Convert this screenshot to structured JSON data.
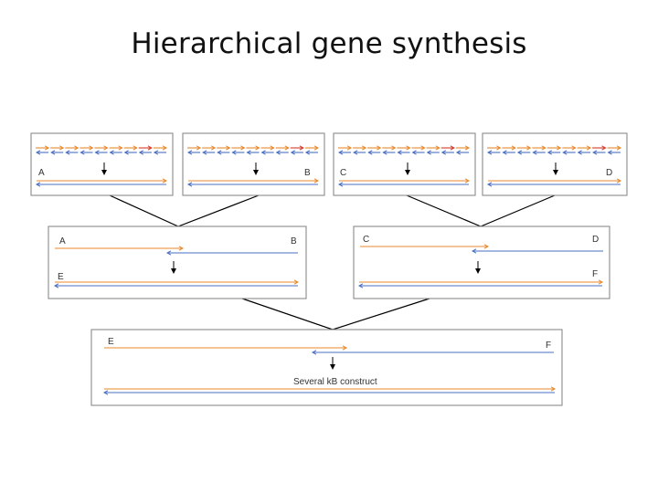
{
  "title": "Hierarchical gene synthesis",
  "colors": {
    "orange": "#e8892f",
    "blue": "#4a6fc1",
    "red": "#d43a2a",
    "border": "#8a8a8a",
    "connector": "#000000"
  },
  "top_panels": [
    {
      "left_label": "A",
      "right_label": ""
    },
    {
      "left_label": "",
      "right_label": "B"
    },
    {
      "left_label": "C",
      "right_label": ""
    },
    {
      "left_label": "",
      "right_label": "D"
    }
  ],
  "middle_panels": [
    {
      "top_left": "A",
      "top_right": "B",
      "bottom_left": "E"
    },
    {
      "top_left": "C",
      "top_right": "D",
      "bottom_right": "F"
    }
  ],
  "bottom_panel": {
    "left_label": "E",
    "right_label": "F",
    "result_label": "Several kB construct"
  }
}
